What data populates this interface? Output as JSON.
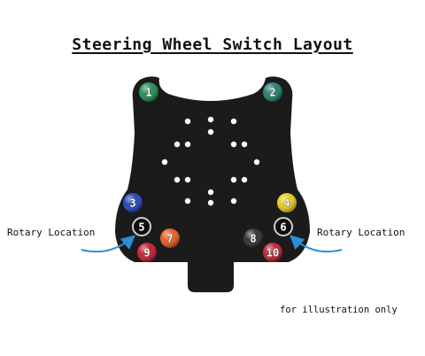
{
  "title": "Steering Wheel Switch Layout",
  "labels": {
    "rotary_left": "Rotary Location",
    "rotary_right": "Rotary Location"
  },
  "note": "for illustration only",
  "colors": {
    "plate": "#1b1b1b",
    "arrow": "#2a8fd6",
    "button_1": "#1f8a4c",
    "button_2": "#1f7a6e",
    "button_3": "#1c3fb5",
    "button_4": "#e6c81a",
    "button_5": "#cfcfcf",
    "button_6": "#cfcfcf",
    "button_7": "#e2581c",
    "button_8": "#2a2a2a",
    "button_9": "#c0182a",
    "button_10": "#c0182a"
  },
  "buttons": [
    {
      "id": "1",
      "type": "push"
    },
    {
      "id": "2",
      "type": "push"
    },
    {
      "id": "3",
      "type": "push"
    },
    {
      "id": "4",
      "type": "push"
    },
    {
      "id": "5",
      "type": "rotary"
    },
    {
      "id": "6",
      "type": "rotary"
    },
    {
      "id": "7",
      "type": "push"
    },
    {
      "id": "8",
      "type": "push"
    },
    {
      "id": "9",
      "type": "push"
    },
    {
      "id": "10",
      "type": "push"
    }
  ]
}
